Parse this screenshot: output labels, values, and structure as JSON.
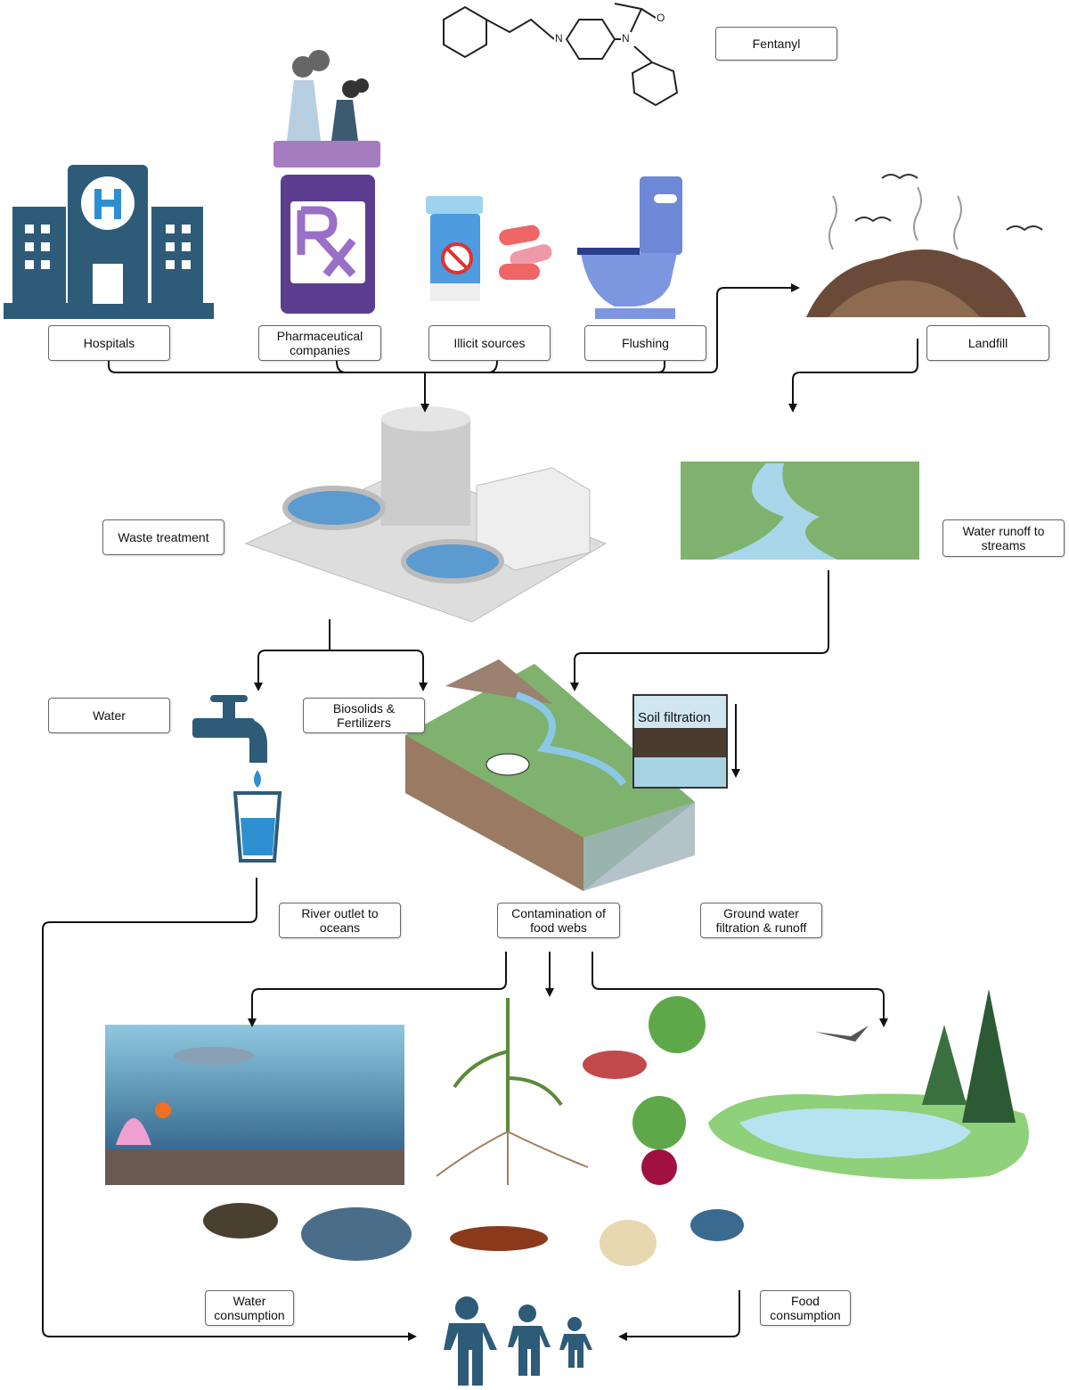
{
  "compound": {
    "label": "Fentanyl",
    "atom_labels": [
      "N",
      "N",
      "O"
    ]
  },
  "sources": [
    {
      "label": "Hospitals",
      "icon": "hospital-icon"
    },
    {
      "label": "Pharmaceutical companies",
      "icon": "factory-rx-icon"
    },
    {
      "label": "Illicit sources",
      "icon": "pill-bottle-icon"
    },
    {
      "label": "Flushing",
      "icon": "toilet-icon"
    }
  ],
  "landfill": {
    "label": "Landfill"
  },
  "waste_treatment": {
    "label": "Waste treatment"
  },
  "runoff": {
    "label": "Water runoff to streams"
  },
  "water": {
    "label": "Water"
  },
  "biosolids": {
    "label": "Biosolids & Fertilizers"
  },
  "soil_filtration": {
    "label": "Soil filtration"
  },
  "outputs": [
    {
      "label": "River outlet to oceans"
    },
    {
      "label": "Contamination of food webs"
    },
    {
      "label": "Ground water filtration & runoff"
    }
  ],
  "consumption": {
    "water": "Water consumption",
    "food": "Food consumption"
  },
  "colors": {
    "arrow": "#111111",
    "building": "#2e5b78",
    "rx_purple": "#5c3d8f",
    "grass": "#7fb26e",
    "water": "#a9d6e8"
  }
}
